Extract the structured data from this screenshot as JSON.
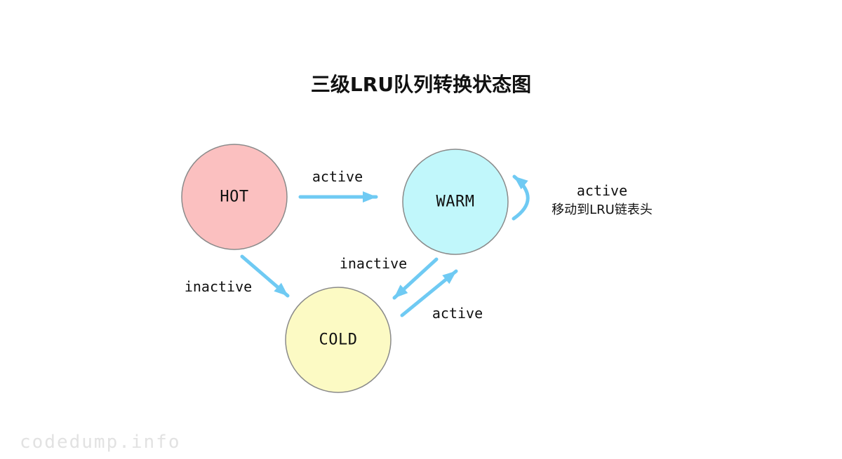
{
  "title": "三级LRU队列转换状态图",
  "watermark": "codedump.info",
  "colors": {
    "arrow": "#6fcaf3",
    "circle_border": "#8a8a8a",
    "hot_fill": "#fbc0c0",
    "warm_fill": "#c1f7fb",
    "cold_fill": "#fcfac4",
    "text": "#111111",
    "watermark_text": "#e2e2e2"
  },
  "states": {
    "hot": {
      "label": "HOT"
    },
    "warm": {
      "label": "WARM"
    },
    "cold": {
      "label": "COLD"
    }
  },
  "transitions": {
    "hot_to_warm": {
      "label": "active"
    },
    "hot_to_cold": {
      "label": "inactive"
    },
    "warm_to_cold": {
      "label": "inactive"
    },
    "cold_to_warm": {
      "label": "active"
    },
    "warm_self": {
      "label": "active",
      "sublabel": "移动到LRU链表头"
    }
  }
}
